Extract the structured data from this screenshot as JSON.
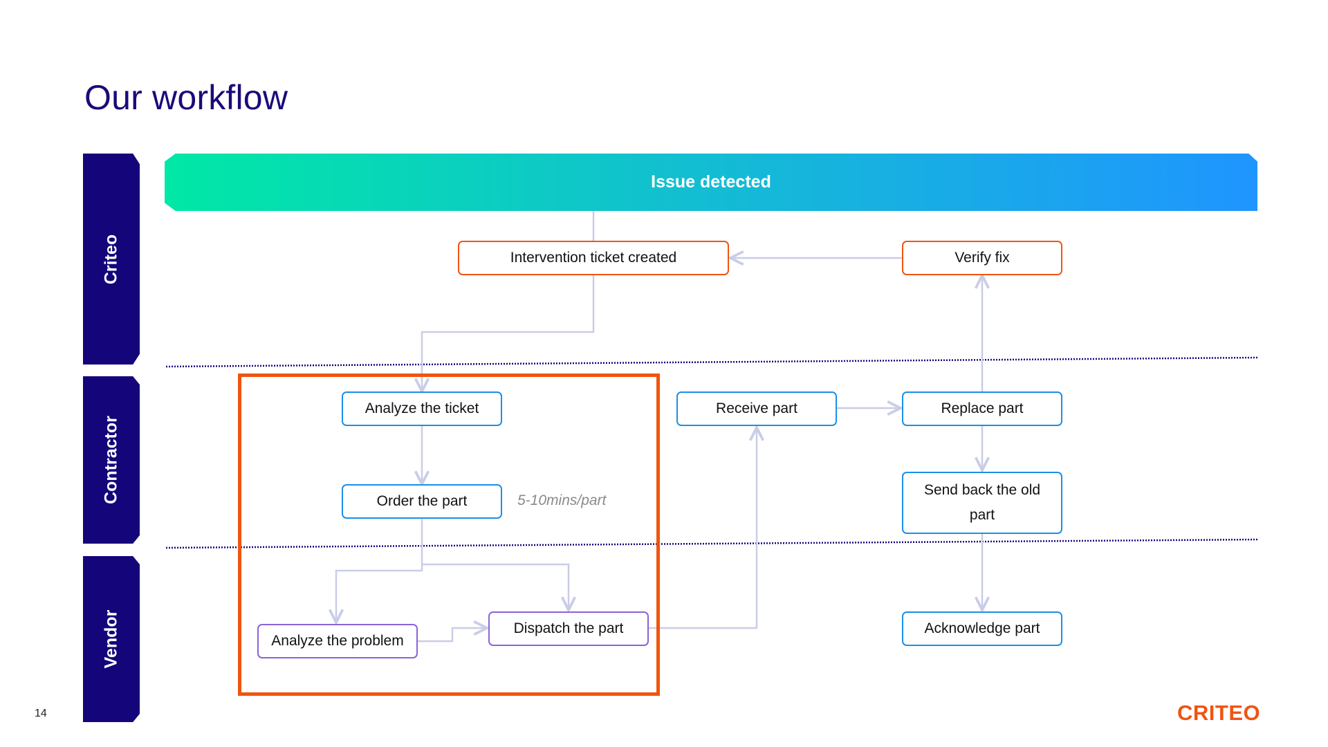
{
  "title": "Our workflow",
  "lanes": [
    "Criteo",
    "Contractor",
    "Vendor"
  ],
  "banner": "Issue detected",
  "nodes": {
    "intervention": "Intervention ticket created",
    "verify": "Verify fix",
    "analyze_ticket": "Analyze the ticket",
    "order_part": "Order the part",
    "receive_part": "Receive part",
    "replace_part": "Replace part",
    "send_back": "Send back the old part",
    "analyze_problem": "Analyze the problem",
    "dispatch_part": "Dispatch the part",
    "acknowledge_part": "Acknowledge part"
  },
  "note": "5-10mins/part",
  "page_number": "14",
  "logo": "CRITEO",
  "colors": {
    "lane": "#15057a",
    "criteo_border": "#f0540f",
    "contractor_border": "#1b8fe6",
    "vendor_border": "#8a63d6",
    "connector": "#c9cde6",
    "divider": "#15057a",
    "highlight": "#f0540f",
    "banner_gradient": [
      "#00e8a5",
      "#1f95ff"
    ]
  }
}
